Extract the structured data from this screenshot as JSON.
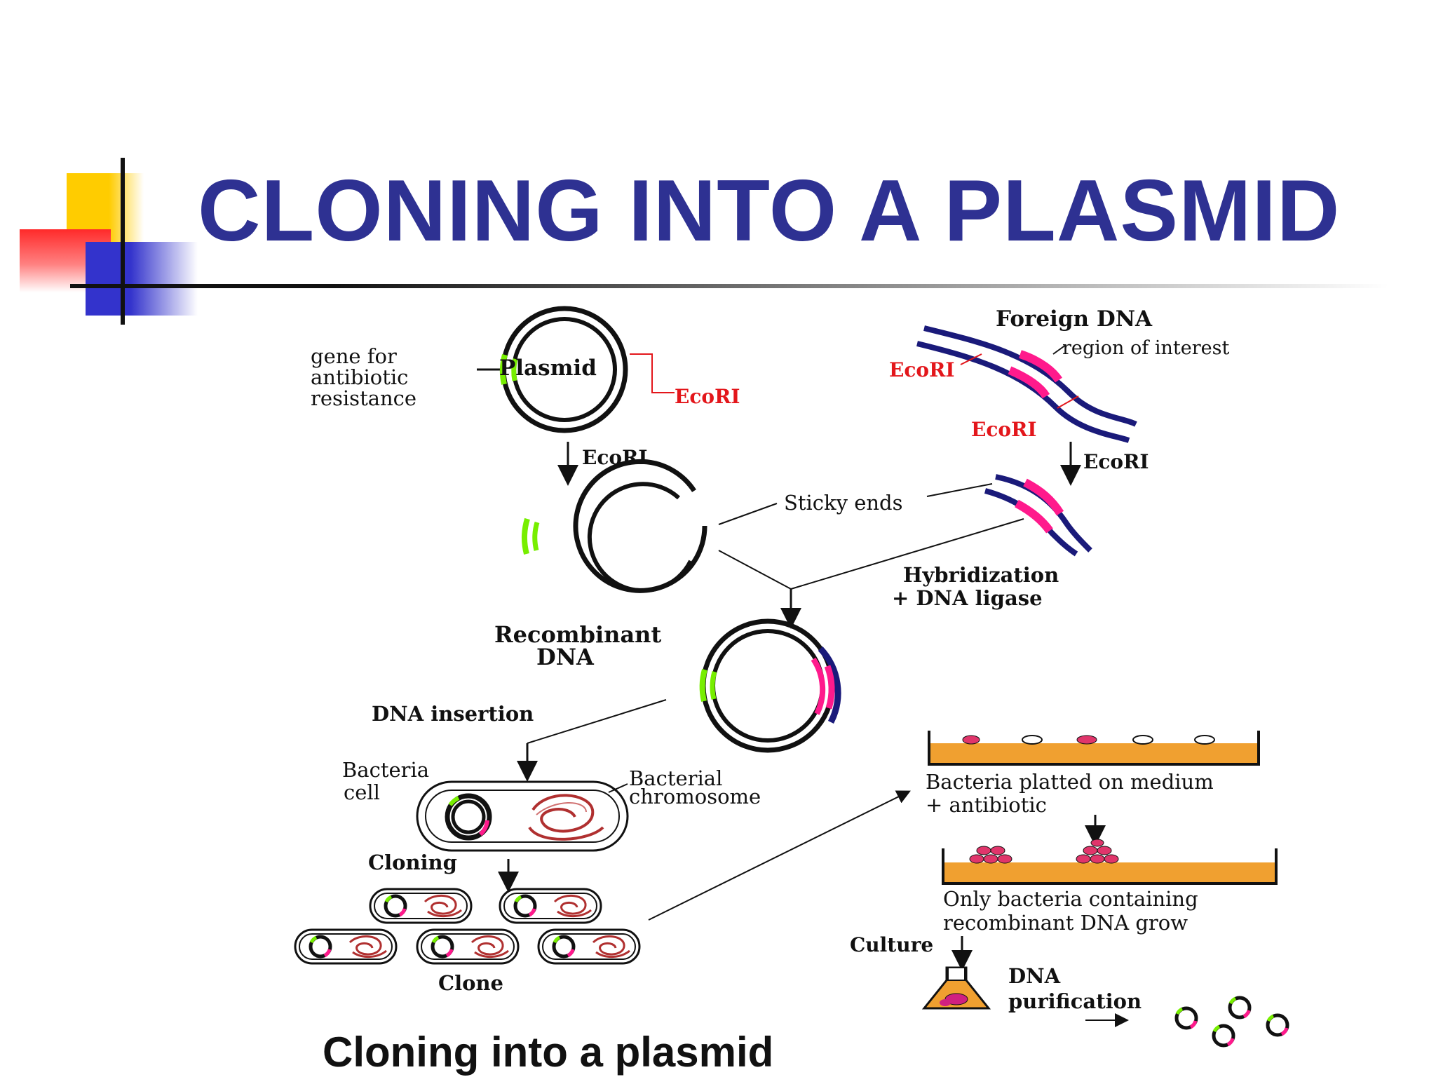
{
  "slide": {
    "title": "CLONING INTO A PLASMID",
    "caption": "Cloning into a plasmid",
    "colors": {
      "title": "#2e3192",
      "accent_yellow": "#ffcc00",
      "accent_red": "#ff3333",
      "accent_blue": "#3333cc",
      "marker_green": "#77ee00",
      "insert_pink": "#ff1a8c",
      "dna_navy": "#1a1a7a",
      "medium_orange": "#f0a030"
    }
  },
  "diagram": {
    "plasmid_label": "Plasmid",
    "gene_label": [
      "gene for",
      "antibiotic",
      "resistance"
    ],
    "ecori_plasmid": "EcoRI",
    "foreign_dna": "Foreign DNA",
    "region_of_interest": "region of interest",
    "ecori_foreign_top": "EcoRI",
    "ecori_foreign_bottom": "EcoRI",
    "ecori_arrow_left": "EcoRI",
    "ecori_arrow_right": "EcoRI",
    "sticky_ends": "Sticky ends",
    "hybridization": [
      "Hybridization",
      "+ DNA ligase"
    ],
    "recombinant": [
      "Recombinant",
      "DNA"
    ],
    "dna_insertion": "DNA insertion",
    "bacteria_cell": [
      "Bacteria",
      "cell"
    ],
    "bacterial_chromosome": [
      "Bacterial",
      "chromosome"
    ],
    "cloning": "Cloning",
    "clone": "Clone",
    "plated": [
      "Bacteria platted on medium",
      "+ antibiotic"
    ],
    "only_bacteria": [
      "Only bacteria containing",
      "recombinant DNA grow"
    ],
    "culture": "Culture",
    "dna_purification": [
      "DNA",
      "purification"
    ]
  }
}
